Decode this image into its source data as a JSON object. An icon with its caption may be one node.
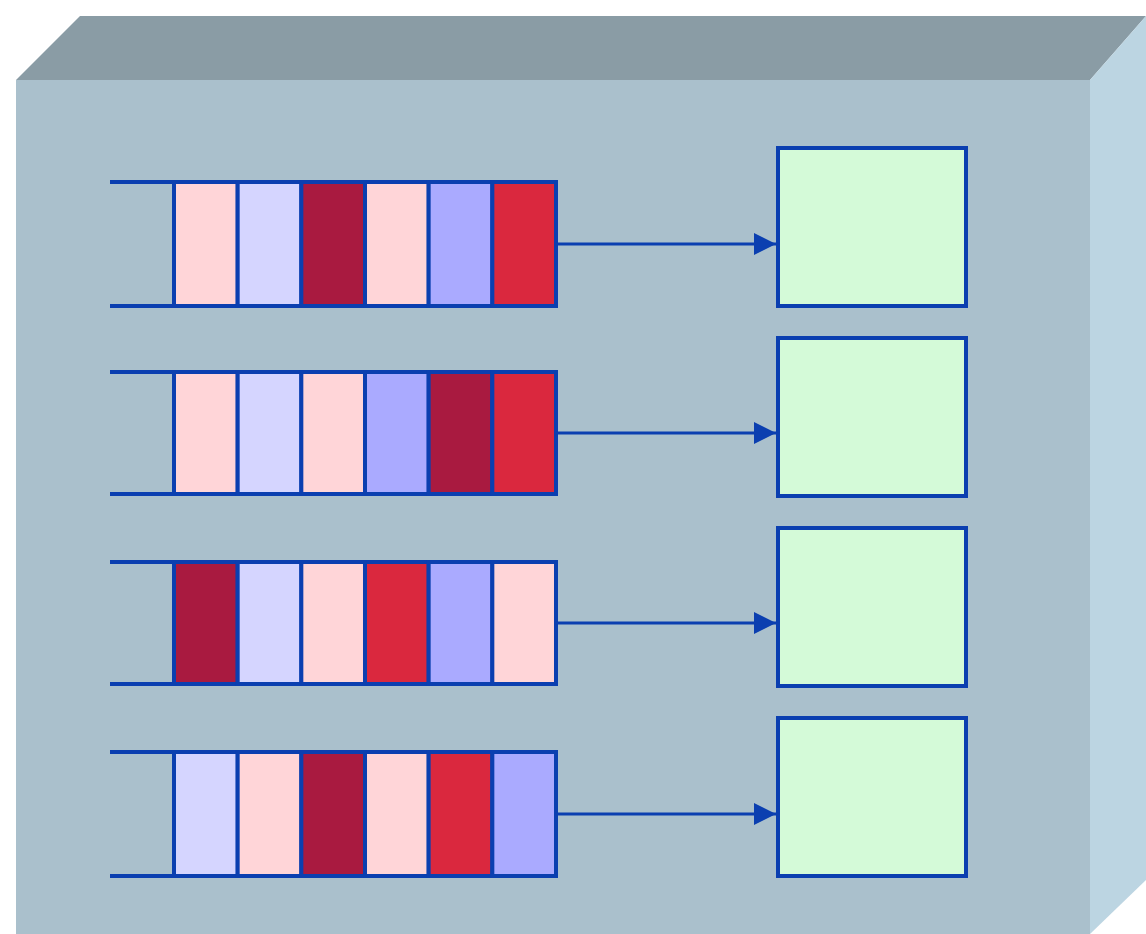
{
  "diagram": {
    "nodes": [
      {
        "text": [],
        "shape": "box"
      },
      {
        "text": [],
        "shape": "bar",
        "in": 0
      },
      {
        "text": [],
        "shape": "box",
        "in": 0
      },
      {
        "text": [],
        "shape": "bar",
        "in": 0
      },
      {
        "text": [],
        "shape": "box",
        "in": 0
      },
      {
        "text": [],
        "shape": "bar",
        "in": 0
      },
      {
        "text": [],
        "shape": "box",
        "in": 0
      },
      {
        "text": [],
        "shape": "bar",
        "in": 0
      },
      {
        "text": [],
        "shape": "box",
        "in": 0
      }
    ],
    "edges": [
      {
        "from": 1,
        "to": 2,
        "arrow": "to"
      },
      {
        "from": 3,
        "to": 4,
        "arrow": "to"
      },
      {
        "from": 5,
        "to": 6,
        "arrow": "to"
      },
      {
        "from": 7,
        "to": 8,
        "arrow": "to"
      }
    ]
  }
}
